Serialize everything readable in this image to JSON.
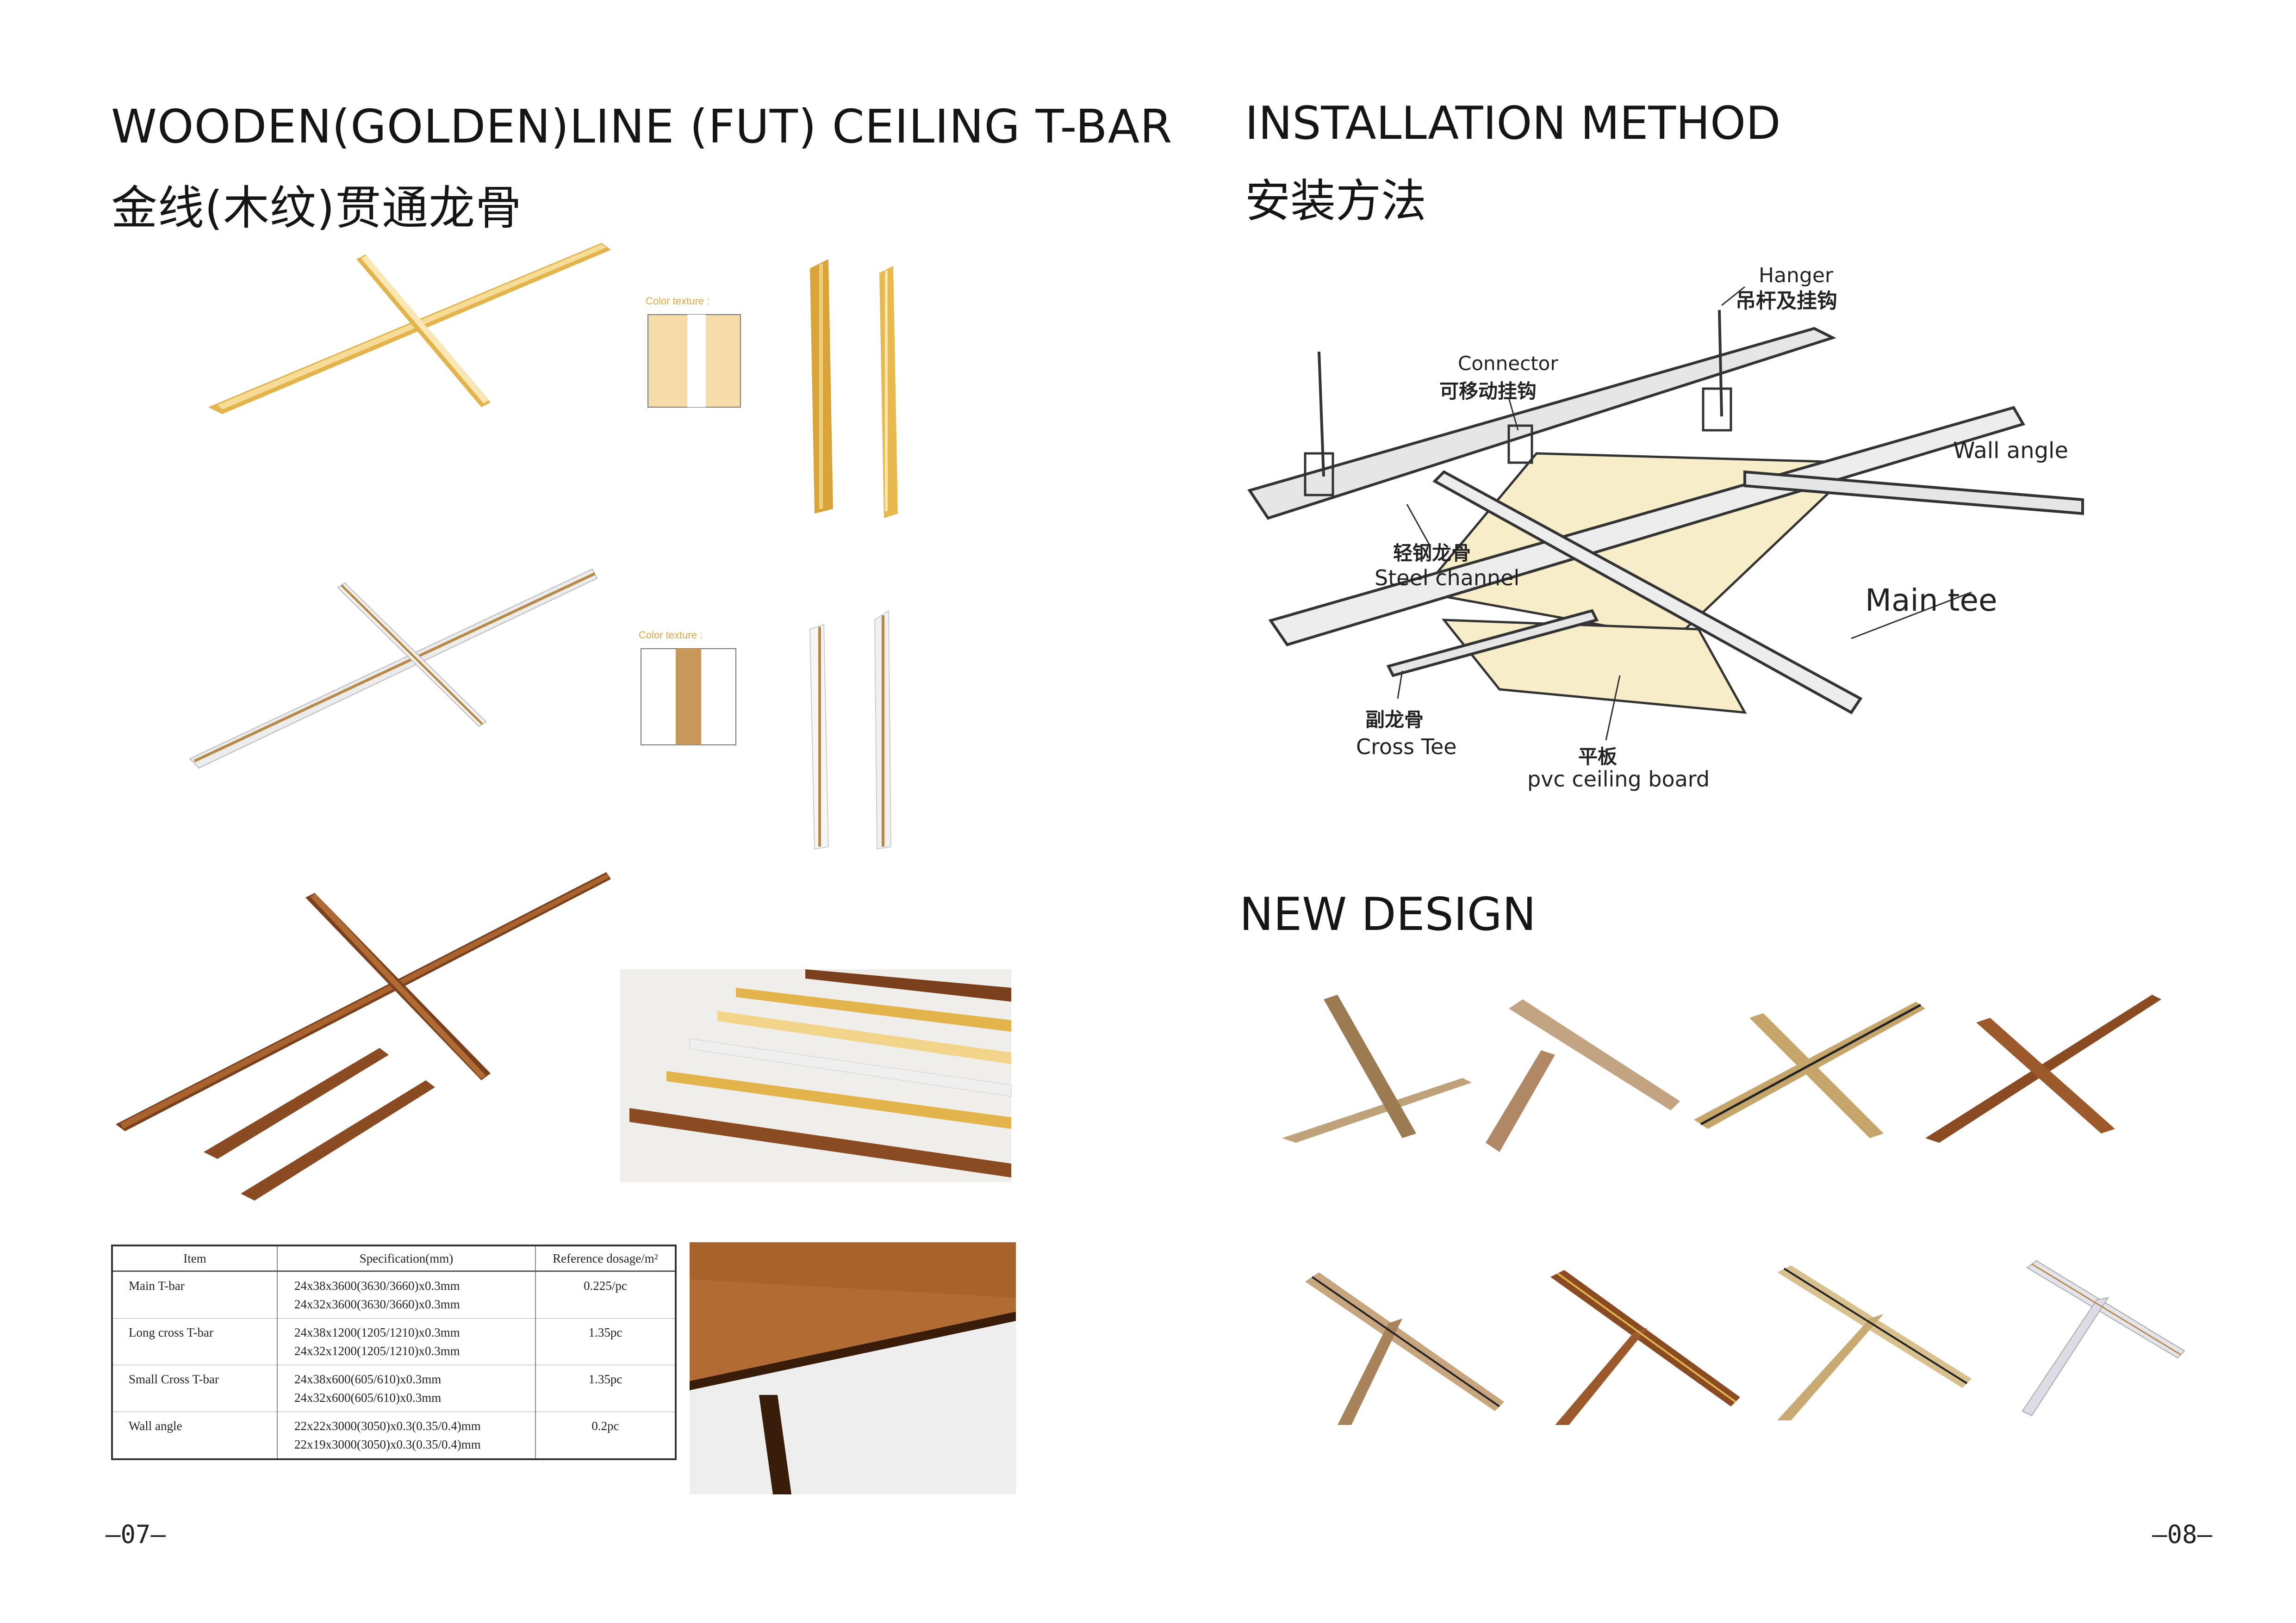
{
  "left_page": {
    "title_en": "WOODEN(GOLDEN)LINE (FUT)  CEILING T-BAR",
    "title_cn": "金线(木纹)贯通龙骨",
    "swatch_label_1": "Color texture :",
    "swatch_label_2": "Color texture :",
    "table": {
      "headers": [
        "Item",
        "Specification(mm)",
        "Reference dosage/m²"
      ],
      "rows": [
        {
          "item": "Main T-bar",
          "spec": [
            "24x38x3600(3630/3660)x0.3mm",
            "24x32x3600(3630/3660)x0.3mm"
          ],
          "dose": "0.225/pc"
        },
        {
          "item": "Long cross T-bar",
          "spec": [
            "24x38x1200(1205/1210)x0.3mm",
            "24x32x1200(1205/1210)x0.3mm"
          ],
          "dose": "1.35pc"
        },
        {
          "item": "Small Cross T-bar",
          "spec": [
            "24x38x600(605/610)x0.3mm",
            "24x32x600(605/610)x0.3mm"
          ],
          "dose": "1.35pc"
        },
        {
          "item": "Wall angle",
          "spec": [
            "22x22x3000(3050)x0.3(0.35/0.4)mm",
            "22x19x3000(3050)x0.3(0.35/0.4)mm"
          ],
          "dose": "0.2pc"
        }
      ]
    },
    "page_number": "–07–"
  },
  "right_page": {
    "title_en": "INSTALLATION METHOD",
    "title_cn": "安装方法",
    "diagram_labels": {
      "hanger_en": "Hanger",
      "hanger_cn": "吊杆及挂钩",
      "connector_en": "Connector",
      "connector_cn": "可移动挂钩",
      "wall_angle_en": "Wall angle",
      "steel_channel_cn": "轻钢龙骨",
      "steel_channel_en": "Steel channel",
      "main_tee_en": "Main tee",
      "cross_tee_cn": "副龙骨",
      "cross_tee_en": "Cross Tee",
      "board_cn": "平板",
      "board_en": "pvc ceiling board"
    },
    "new_design_title": "NEW DESIGN",
    "page_number": "–08–"
  },
  "colors": {
    "gold": "#e3b34c",
    "gold_light": "#f2d58a",
    "white_bar": "#ececec",
    "wood_dark": "#7a3f1c",
    "wood_mid": "#a0582a",
    "board": "#f7edc8",
    "steel": "#e6e6e6"
  }
}
